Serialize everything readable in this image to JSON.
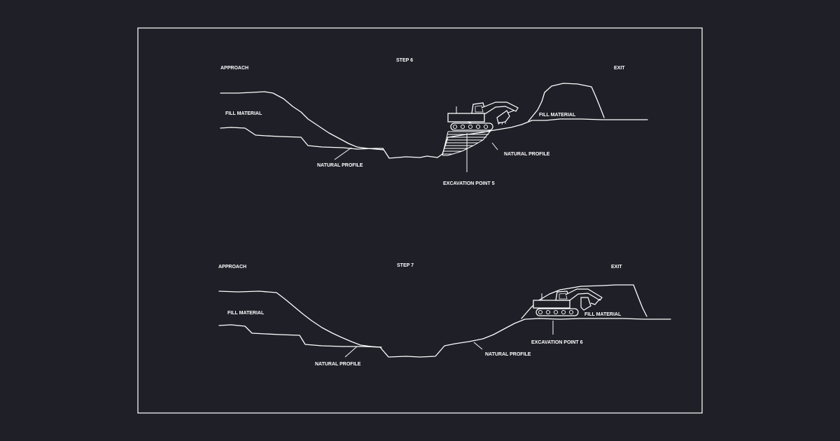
{
  "colors": {
    "background": "#1f1f28",
    "line": "#ffffff"
  },
  "panels": [
    {
      "step": "STEP 6",
      "approach": "APPROACH",
      "exit": "EXIT",
      "fill_left": "FILL MATERIAL",
      "fill_right": "FILL MATERIAL",
      "natural_profile_left": "NATURAL PROFILE",
      "natural_profile_right": "NATURAL PROFILE",
      "excavation": "EXCAVATION POINT 5",
      "icon": "excavator-icon"
    },
    {
      "step": "STEP 7",
      "approach": "APPROACH",
      "exit": "EXIT",
      "fill_left": "FILL MATERIAL",
      "fill_right": "FILL MATERIAL",
      "natural_profile_left": "NATURAL PROFILE",
      "natural_profile_right": "NATURAL PROFILE",
      "excavation": "EXCAVATION POINT 6",
      "icon": "excavator-icon"
    }
  ]
}
